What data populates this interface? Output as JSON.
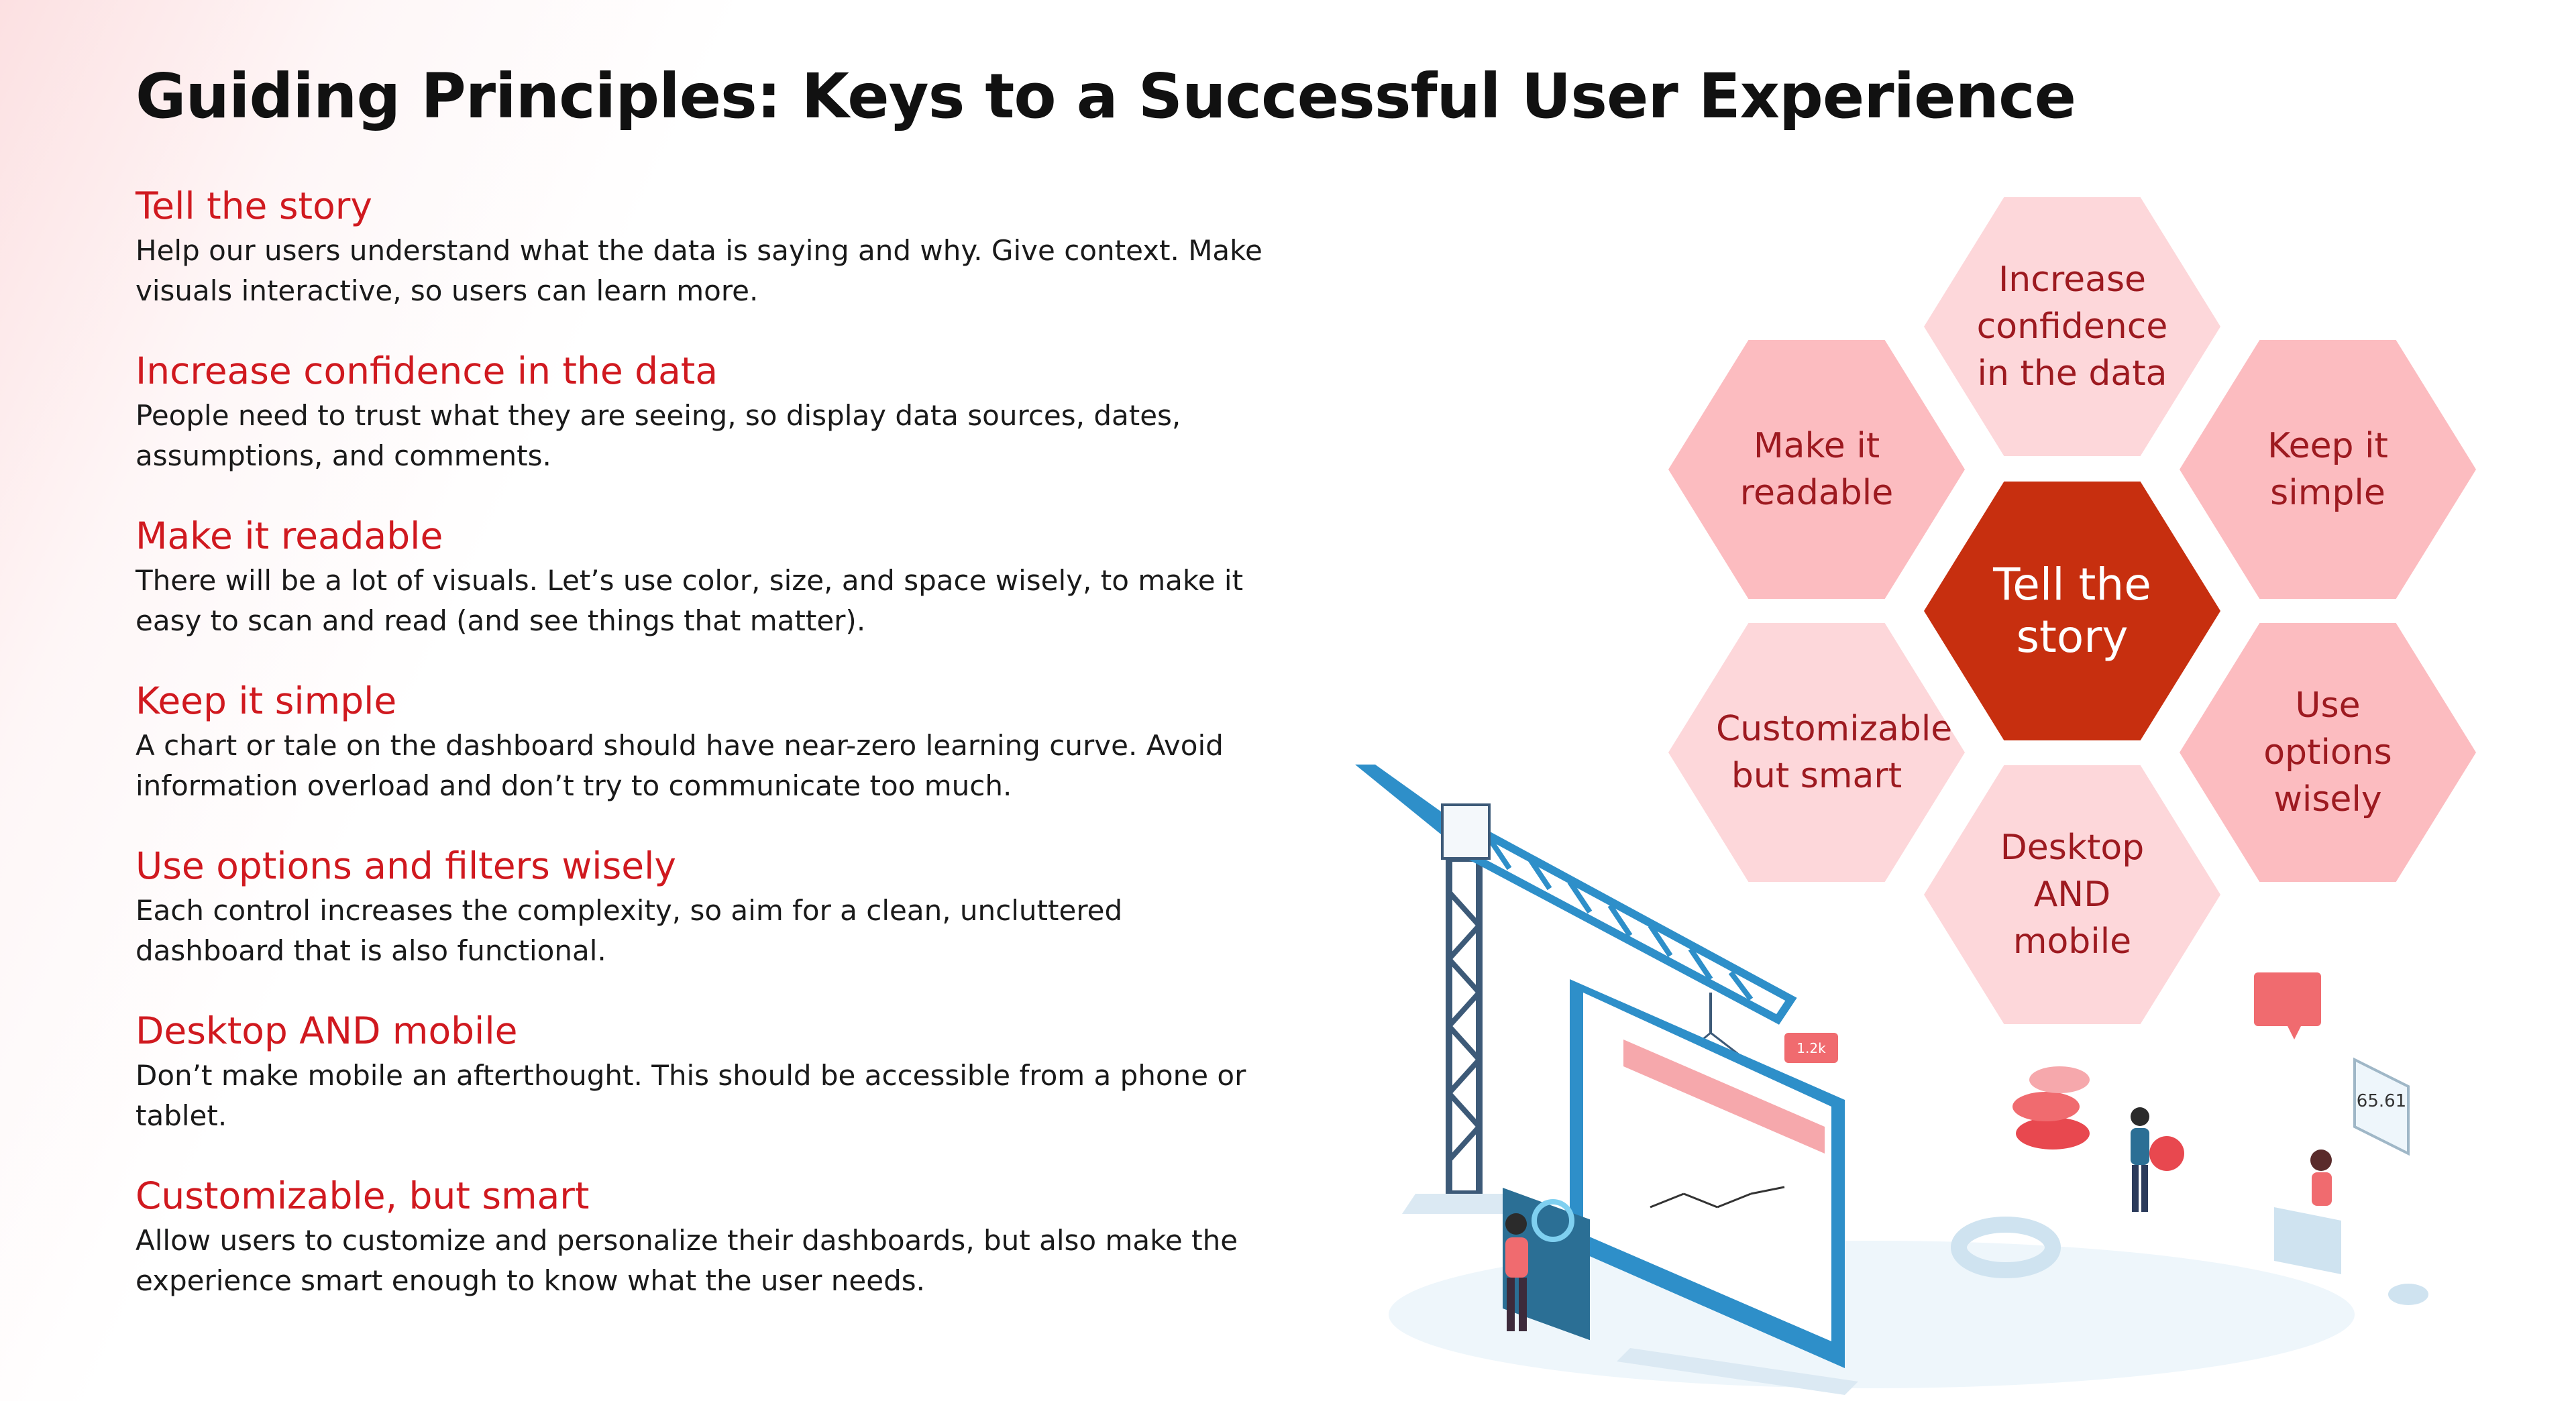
{
  "title": "Guiding Principles: Keys to a Successful User Experience",
  "principles": [
    {
      "heading": "Tell the story",
      "body": "Help our users understand what the data is saying and why. Give context. Make visuals interactive, so users can learn more."
    },
    {
      "heading": "Increase confidence in the data",
      "body": "People need to trust what they are seeing, so display data sources, dates, assumptions, and comments."
    },
    {
      "heading": "Make it readable",
      "body": "There will be a lot of visuals. Let’s use color, size, and space wisely, to make it easy to scan and read (and see things that matter)."
    },
    {
      "heading": "Keep it simple",
      "body": "A chart or tale on the dashboard should have near-zero learning curve. Avoid information overload and don’t try to communicate too much."
    },
    {
      "heading": "Use options and filters wisely",
      "body": "Each control increases the complexity, so aim for a clean, uncluttered dashboard that is also functional."
    },
    {
      "heading": "Desktop AND mobile",
      "body": "Don’t make mobile an afterthought. This should be accessible from a phone or tablet."
    },
    {
      "heading": "Customizable, but smart",
      "body": "Allow users to customize and personalize their dashboards, but also make the experience smart enough to know what the user needs."
    }
  ],
  "hexagons": {
    "top": "Increase confidence in the data",
    "upper_left": "Make it readable",
    "upper_right": "Keep it simple",
    "center": "Tell the story",
    "lower_left": "Customizable but smart",
    "lower_right": "Use options wisely",
    "bottom": "Desktop AND mobile"
  },
  "illustration": {
    "badge_value": "1.2k",
    "laptop_value": "65.61"
  },
  "colors": {
    "heading_red": "#d0191f",
    "hex_center": "#c72f0f",
    "hex_light": "#fdd7da",
    "hex_mid": "#fcbcc0",
    "hex_text": "#9d1a20"
  }
}
